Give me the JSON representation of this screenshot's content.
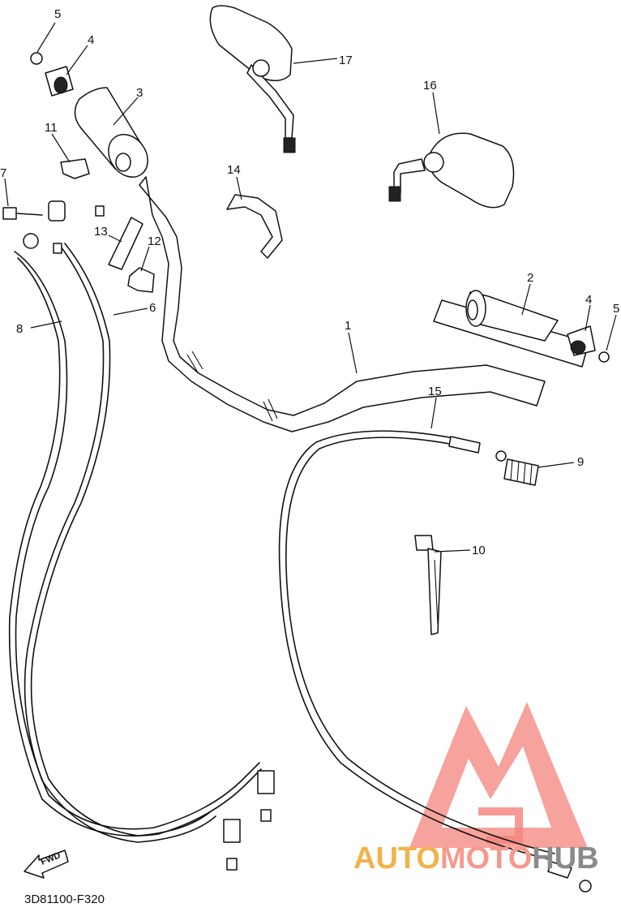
{
  "diagram": {
    "code": "3D81100-F320",
    "fwd_label": "FWD",
    "callouts": [
      {
        "id": "1",
        "label": "1"
      },
      {
        "id": "2",
        "label": "2"
      },
      {
        "id": "3",
        "label": "3"
      },
      {
        "id": "4a",
        "label": "4"
      },
      {
        "id": "4b",
        "label": "4"
      },
      {
        "id": "5a",
        "label": "5"
      },
      {
        "id": "5b",
        "label": "5"
      },
      {
        "id": "6",
        "label": "6"
      },
      {
        "id": "7",
        "label": "7"
      },
      {
        "id": "8",
        "label": "8"
      },
      {
        "id": "9",
        "label": "9"
      },
      {
        "id": "10",
        "label": "10"
      },
      {
        "id": "11",
        "label": "11"
      },
      {
        "id": "12",
        "label": "12"
      },
      {
        "id": "13",
        "label": "13"
      },
      {
        "id": "14",
        "label": "14"
      },
      {
        "id": "15",
        "label": "15"
      },
      {
        "id": "16",
        "label": "16"
      },
      {
        "id": "17",
        "label": "17"
      }
    ]
  },
  "watermark": {
    "part1": "AUTO",
    "part2": "MOTO",
    "part3": "HUB",
    "colors": {
      "auto": "#f2b24a",
      "moto": "#f49a8e",
      "hub": "#8a8a8a",
      "logo": "#f0635c"
    }
  }
}
